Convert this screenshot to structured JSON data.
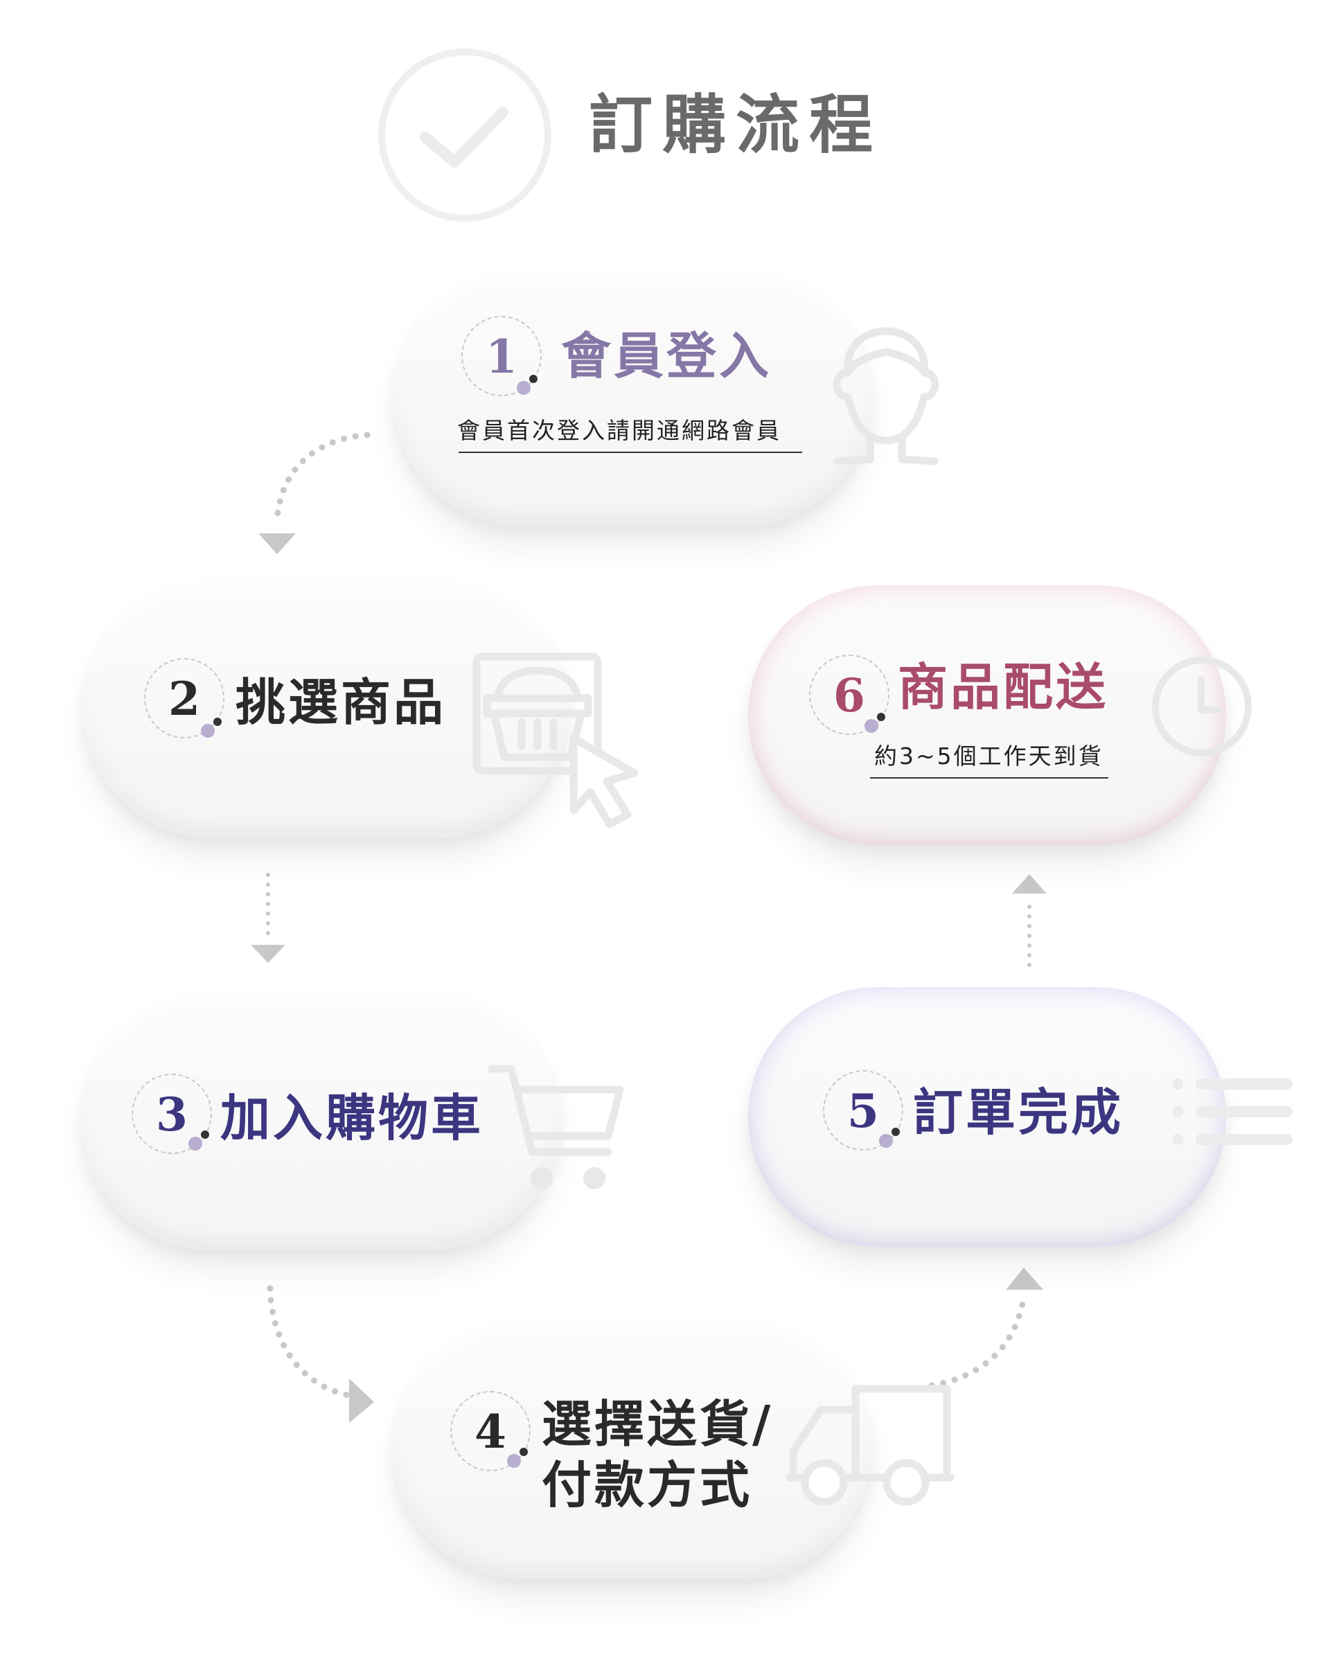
{
  "header": {
    "title": "訂購流程",
    "icon": "check-circle-icon"
  },
  "steps": [
    {
      "number": "1",
      "label": "會員登入",
      "sub": "會員首次登入請開通網路會員",
      "icon": "user-icon",
      "color": "#8577a6"
    },
    {
      "number": "2",
      "label": "挑選商品",
      "icon": "shopping-basket-click-icon",
      "color": "#2a2a2a"
    },
    {
      "number": "3",
      "label": "加入購物車",
      "icon": "shopping-cart-icon",
      "color": "#3c3580"
    },
    {
      "number": "4",
      "label_line1": "選擇送貨/",
      "label_line2": "付款方式",
      "icon": "truck-icon",
      "color": "#2a2a2a"
    },
    {
      "number": "5",
      "label": "訂單完成",
      "icon": "list-icon",
      "color": "#3c3580"
    },
    {
      "number": "6",
      "label": "商品配送",
      "sub": "約3~5個工作天到貨",
      "icon": "clock-icon",
      "color": "#a94b6c"
    }
  ],
  "colors": {
    "glow_pink": "#e15f82",
    "glow_blue": "#786eeb",
    "arrow": "#c4c4c4",
    "icon_gray": "#e8e8e8"
  }
}
